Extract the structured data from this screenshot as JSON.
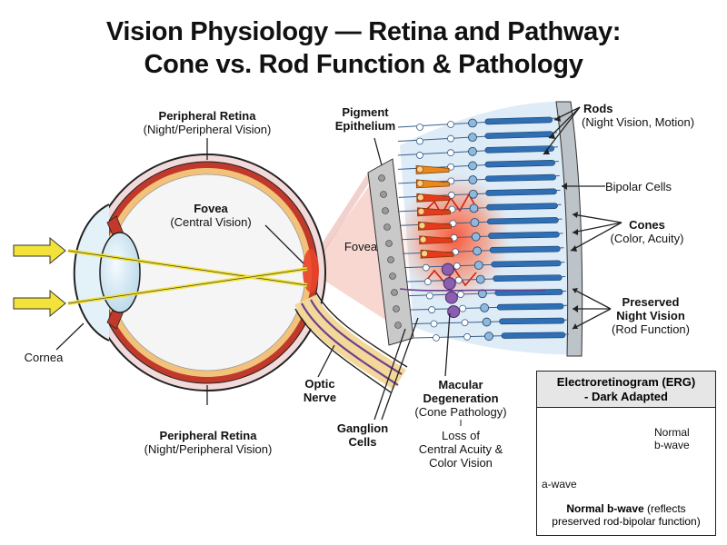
{
  "title": {
    "line1": "Vision Physiology — Retina and Pathway:",
    "line2": "Cone vs. Rod Function & Pathology"
  },
  "labels": {
    "peripheral_top_title": "Peripheral Retina",
    "peripheral_top_sub": "(Night/Peripheral Vision)",
    "fovea_eye_title": "Fovea",
    "fovea_eye_sub": "(Central Vision)",
    "cornea": "Cornea",
    "optic_nerve_1": "Optic",
    "optic_nerve_2": "Nerve",
    "peripheral_bottom_title": "Peripheral Retina",
    "peripheral_bottom_sub": "(Night/Peripheral Vision)",
    "pigment_1": "Pigment",
    "pigment_2": "Epithelium",
    "fovea_retina": "Fovea",
    "ganglion_1": "Ganglion",
    "ganglion_2": "Cells",
    "macular_1": "Macular",
    "macular_2": "Degeneration",
    "macular_3": "(Cone Pathology)",
    "macular_sep": "I",
    "macular_4": "Loss of",
    "macular_5": "Central Acuity &",
    "macular_6": "Color Vision",
    "rods_title": "Rods",
    "rods_sub": "(Night Vision, Motion)",
    "bipolar": "Bipolar Cells",
    "cones_title": "Cones",
    "cones_sub": "(Color, Acuity)",
    "preserved_1": "Preserved",
    "preserved_2": "Night Vision",
    "preserved_3": "(Rod Function)"
  },
  "erg": {
    "title_1": "Electroretinogram (ERG)",
    "title_2": "- Dark Adapted",
    "normal_label_1": "Normal",
    "normal_label_2": "b-wave",
    "a_wave": "a-wave",
    "caption_bold": "Normal b-wave",
    "caption_rest": " (reflects",
    "caption_2": "preserved rod-bipolar function)"
  },
  "colors": {
    "sclera_red": "#c0392b",
    "light_arrow": "#f2e23a",
    "rod_blue": "#2f6fb5",
    "cone_orange": "#e8891c",
    "pathology_red": "#e53a1c",
    "nerve_purple": "#6b3f8f"
  }
}
